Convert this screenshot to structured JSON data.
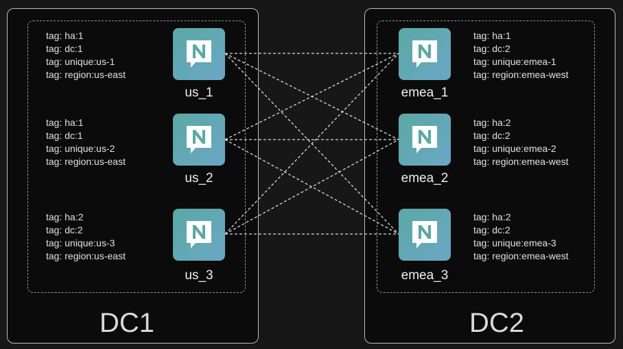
{
  "datacenters": [
    {
      "label": "DC1"
    },
    {
      "label": "DC2"
    }
  ],
  "nodes": [
    {
      "name": "us_1",
      "tags": [
        "tag: ha:1",
        "tag: dc:1",
        "tag: unique:us-1",
        "tag: region:us-east"
      ]
    },
    {
      "name": "us_2",
      "tags": [
        "tag: ha:1",
        "tag: dc:1",
        "tag: unique:us-2",
        "tag: region:us-east"
      ]
    },
    {
      "name": "us_3",
      "tags": [
        "tag: ha:2",
        "tag: dc:2",
        "tag: unique:us-3",
        "tag: region:us-east"
      ]
    },
    {
      "name": "emea_1",
      "tags": [
        "tag: ha:1",
        "tag: dc:2",
        "tag: unique:emea-1",
        "tag: region:emea-west"
      ]
    },
    {
      "name": "emea_2",
      "tags": [
        "tag: ha:2",
        "tag: dc:2",
        "tag: unique:emea-2",
        "tag: region:emea-west"
      ]
    },
    {
      "name": "emea_3",
      "tags": [
        "tag: ha:2",
        "tag: dc:2",
        "tag: unique:emea-3",
        "tag: region:emea-west"
      ]
    }
  ],
  "icon": "nats-n-logo-icon",
  "colors": {
    "node_gradient_start": "#5aa9a4",
    "node_gradient_end": "#6aa7c6",
    "link": "#dcdcdc"
  }
}
